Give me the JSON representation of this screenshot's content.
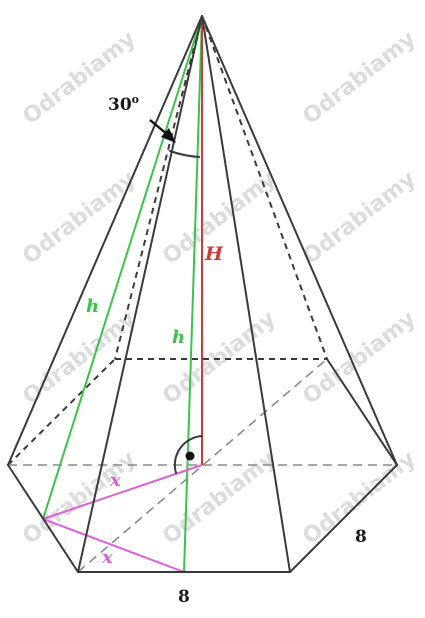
{
  "labels": {
    "angle": "30",
    "angle_unit": "o",
    "height": "H",
    "apothem_face": "h",
    "apothem_inner": "h",
    "x_upper": "x",
    "x_lower": "x",
    "side_bottom": "8",
    "side_right": "8"
  },
  "watermark": "Odrabiamy",
  "colors": {
    "edges": "#3a3a3a",
    "apothem": "#3cc24a",
    "height": "#cf3a3a",
    "x_segments": "#dc5fd6",
    "arrow": "#111111"
  }
}
